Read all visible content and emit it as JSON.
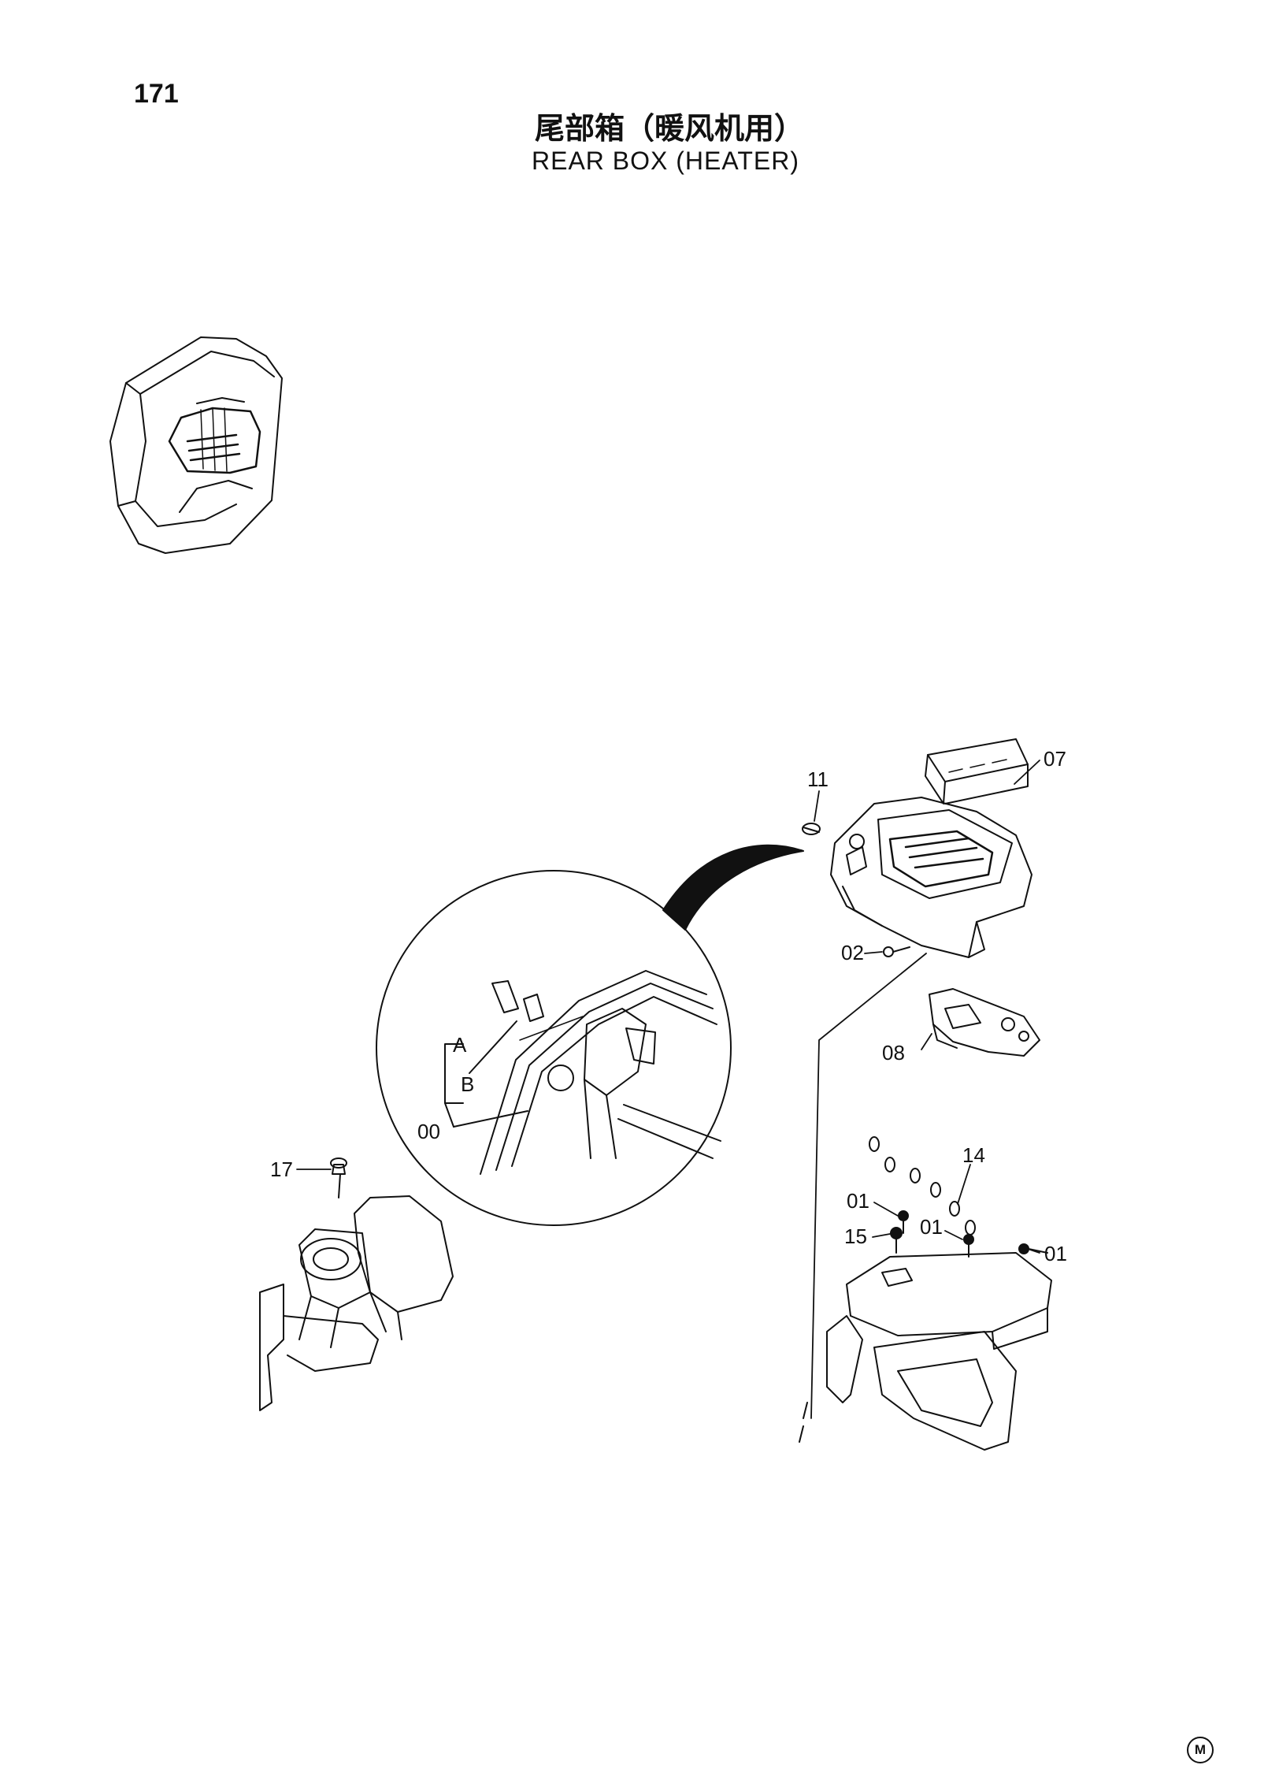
{
  "page": {
    "number": "171",
    "title_cn": "尾部箱（暖风机用）",
    "title_en": "REAR BOX (HEATER)",
    "mark": "M"
  },
  "callouts": [
    {
      "id": "c07",
      "label": "07"
    },
    {
      "id": "c11",
      "label": "11"
    },
    {
      "id": "c02",
      "label": "02"
    },
    {
      "id": "c08",
      "label": "08"
    },
    {
      "id": "cA",
      "label": "A"
    },
    {
      "id": "cB",
      "label": "B"
    },
    {
      "id": "c00",
      "label": "00"
    },
    {
      "id": "c17",
      "label": "17"
    },
    {
      "id": "c14",
      "label": "14"
    },
    {
      "id": "c01a",
      "label": "01"
    },
    {
      "id": "c15",
      "label": "15"
    },
    {
      "id": "c01b",
      "label": "01"
    },
    {
      "id": "c01c",
      "label": "01"
    }
  ]
}
